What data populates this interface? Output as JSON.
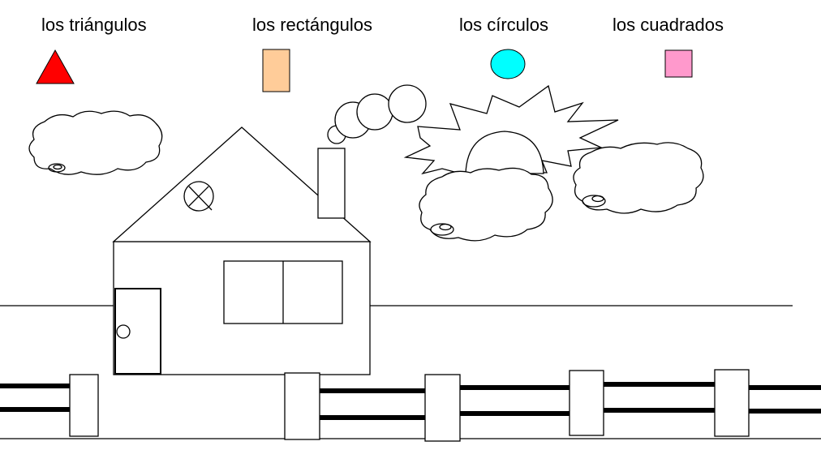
{
  "legend": {
    "triangles": {
      "label": "los triángulos",
      "color": "#ff0000",
      "icon": "triangle-icon"
    },
    "rectangles": {
      "label": "los rectángulos",
      "color": "#ffcc99",
      "icon": "rectangle-icon"
    },
    "circles": {
      "label": "los círculos",
      "color": "#00ffff",
      "icon": "circle-icon"
    },
    "squares": {
      "label": "los cuadrados",
      "color": "#ff99cc",
      "icon": "square-icon"
    }
  },
  "scene": {
    "elements": [
      "house",
      "roof",
      "chimney",
      "smoke",
      "window",
      "door",
      "round-attic-window",
      "sun",
      "clouds",
      "fence",
      "ground-line"
    ]
  }
}
